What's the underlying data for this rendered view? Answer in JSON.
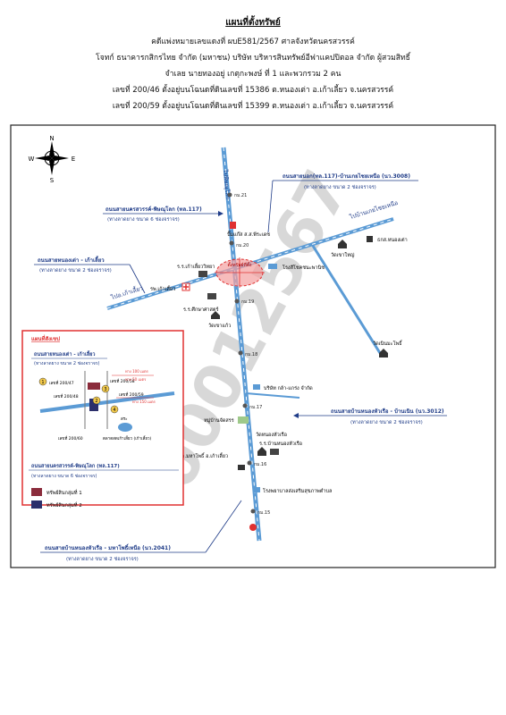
{
  "header": {
    "title": "แผนที่ตั้งทรัพย์",
    "line1": "คดีแพ่งหมายเลขแดงที่ ผบE581/2567 ศาลจังหวัดนครสวรรค์",
    "line2": "โจทก์ ธนาคารกสิกรไทย จำกัด (มหาชน) บริษัท บริหารสินทรัพย์อีฟาแคปปิตอล จำกัด ผู้สวมสิทธิ์",
    "line3": "จำเลย นายทองอยู่ เกตุกะพงษ์ ที่ 1 และพวกรวม 2 คน",
    "line4": "เลขที่ 200/46 ตั้งอยู่บนโฉนดที่ดินเลขที่ 15386 ต.หนองเต่า อ.เก้าเลี้ยว จ.นครสวรรค์",
    "line5": "เลขที่ 200/59 ตั้งอยู่บนโฉนดที่ดินเลขที่ 15399 ต.หนองเต่า อ.เก้าเลี้ยว จ.นครสวรรค์"
  },
  "compass": {
    "n": "N",
    "s": "S",
    "e": "E",
    "w": "W"
  },
  "watermark": "00012567",
  "colors": {
    "road": "#5b9bd5",
    "blue_text": "#1f3c88",
    "red": "#e03030",
    "group1": "#8b2c3c",
    "group2": "#2c2f6b"
  },
  "roads": {
    "r1_name": "ถนนสายนครสวรรค์-พิษณุโลก (ทล.117)",
    "r1_desc": "(ทางลาดยาง ขนาด 6 ช่องจราจร)",
    "r2_name": "ถนนสายนอก(ทล.117)-บ้านเกยไชยเหนือ (นว.3008)",
    "r2_desc": "(ทางลาดยาง ขนาด 2 ช่องจราจร)",
    "r3_name": "ถนนสายหนองเต่า - เก้าเลี้ยว",
    "r3_desc": "(ทางลาดยาง ขนาด 2 ช่องจราจร)",
    "r4_name": "ถนนสายบ้านหนองหัวเรือ - บ้านเนิน (นว.3012)",
    "r4_desc": "(ทางลาดยาง ขนาด 2 ช่องจราจร)",
    "r5_name": "ถนนสายบ้านหนองหัวเรือ - มหาโพธิ์เหนือ (นว.2041)",
    "r5_desc": "(ทางลาดยาง ขนาด 2 ช่องจราจร)",
    "to_pisanulok": "ไปพิษณุโลก",
    "to_kaoliao": "ไปอ.เก้าเลี้ยว",
    "to_koychai": "ไปบ้านเกยไชยเหนือ"
  },
  "kms": [
    "กม.21",
    "กม.20",
    "กม.19",
    "กม.18",
    "กม.17",
    "กม.16",
    "กม.15"
  ],
  "landmarks": {
    "gas": "ปั๊มแก๊ส ส.ส.พีระเดช",
    "school1": "ร.ร.เก้าเลี้ยววิทยา",
    "hospital": "รพ.เก้าเลี้ยว",
    "school2": "ร.ร.ศึกษาศาสตร์",
    "temp_kaw": "วัดเขาแก้ว",
    "factory": "โรงสีโชคชนะพานิช",
    "bank": "ธกส.หนองเต่า",
    "temple_big": "วัดเขาใหญ่",
    "temple_sai": "วัดเนินมะโพธิ์",
    "company": "บริษัท กล้า-แกร่ง จำกัด",
    "village": "หมู่บ้านจัดสรร",
    "temple_nong": "วัดหนองหัวเรือ",
    "school3": "ร.ร.บ้านหนองหัวเรือ",
    "office": "อบต.มหาโพธิ์ อ.เก้าเลี้ยว",
    "hospital2": "โรงพยาบาลส่งเสริมสุขภาพตำบล",
    "marker": "ตั้งทรัพย์ที่ตั้ง"
  },
  "inset": {
    "title": "แผนที่สังเขป",
    "road_top": "ถนนสายหนองเต่า - เก้าเลี้ยว",
    "road_top_desc": "(ทางลาดยาง ขนาด 2 ช่องจราจร)",
    "road_bottom": "ถนนสายนครสวรรค์-พิษณุโลก (ทล.117)",
    "road_bottom_desc": "(ทางลาดยาง ขนาด 6 ช่องจราจร)",
    "lot1": "เลขที่ 200/47",
    "lot2": "เลขที่ 200/48",
    "lot3": "เลขที่ 200/58",
    "lot4": "เลขที่ 200/59",
    "lot5": "เลขที่ 200/60",
    "n1": "1",
    "n2": "2",
    "n3": "3",
    "n4": "4",
    "dist1": "ห่าง 100 เมตร",
    "dist2": "ห่าง 50 เมตร",
    "dist3": "ห่าง 150 เมตร",
    "pond": "สระ",
    "place": "ตลาดสดเก้าเลี้ยว (เก้าเลี้ยว)"
  },
  "legend": {
    "g1": "ทรัพย์สินกลุ่มที่ 1",
    "g2": "ทรัพย์สินกลุ่มที่ 2"
  }
}
